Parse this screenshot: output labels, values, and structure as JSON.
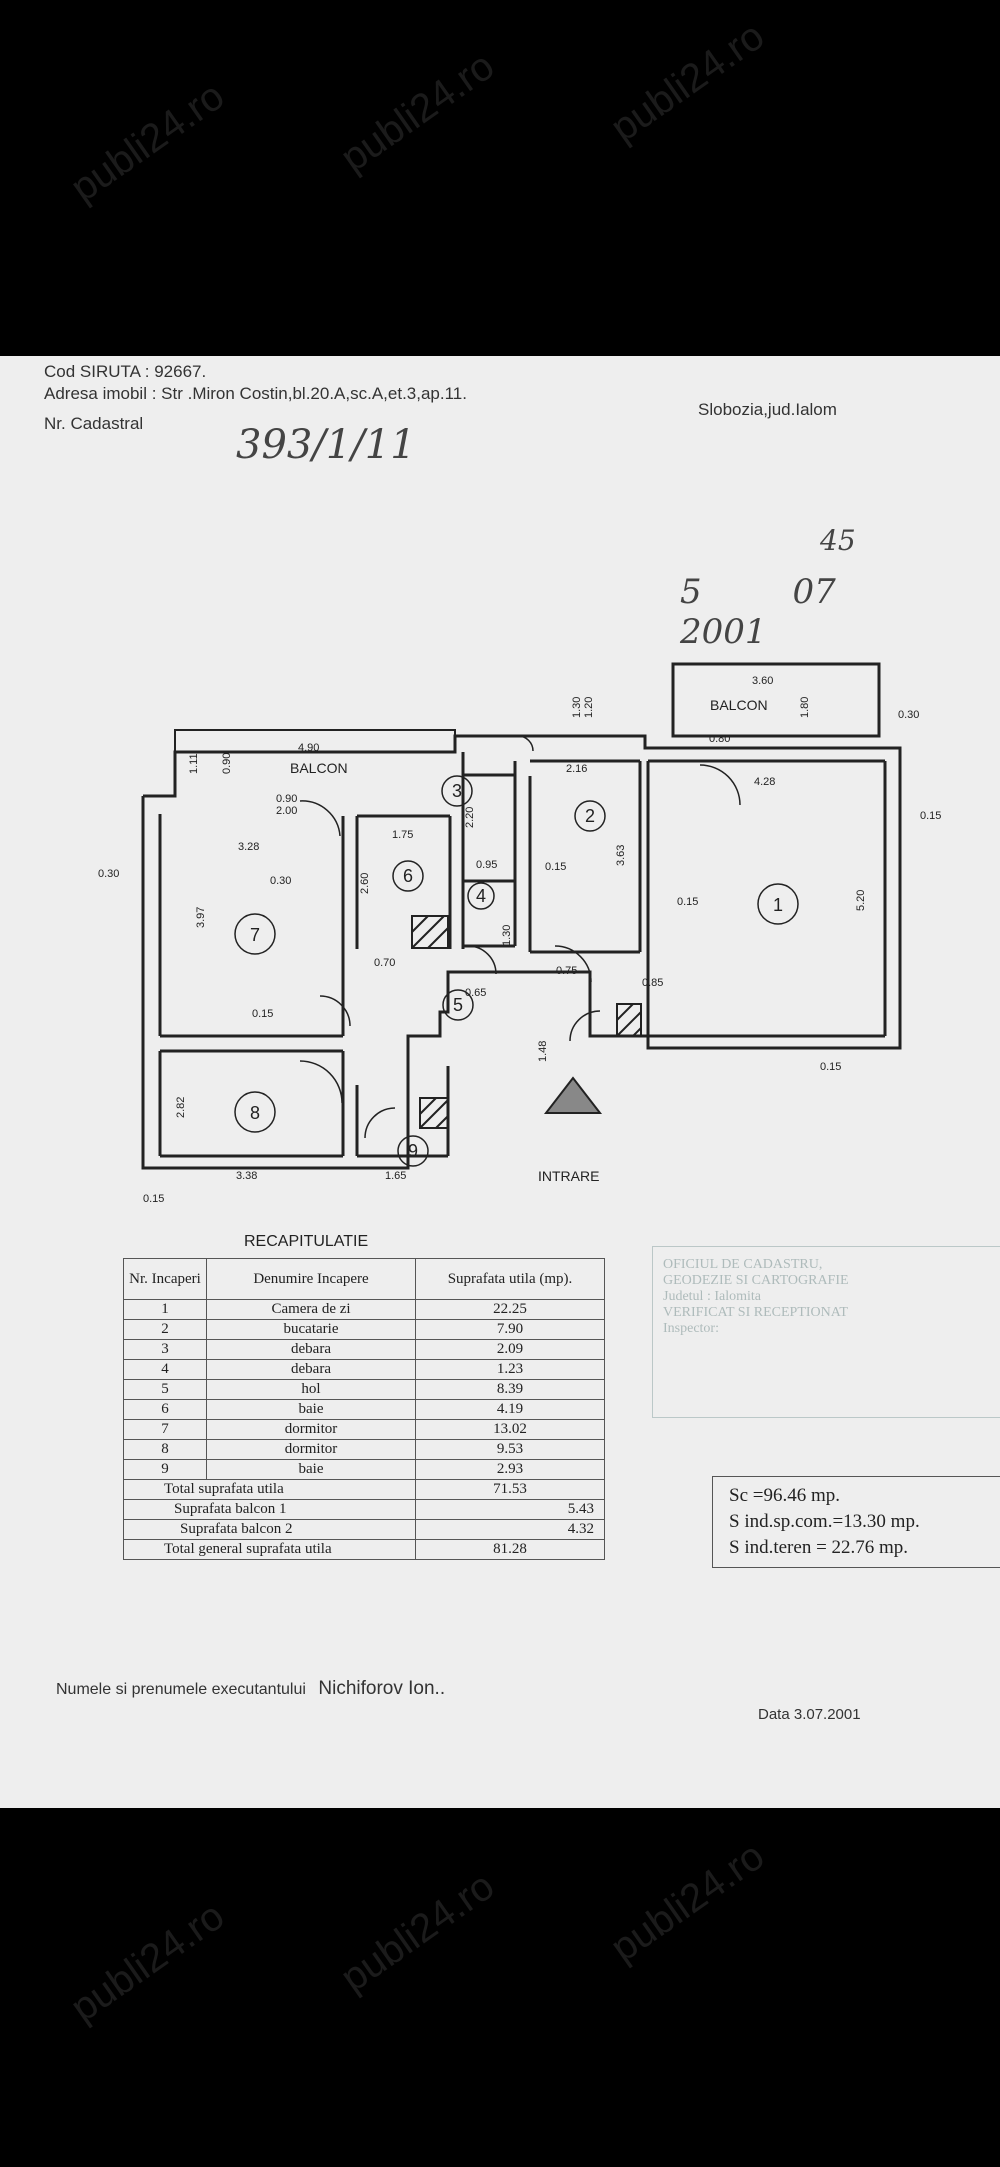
{
  "header": {
    "siruta": "Cod SIRUTA : 92667.",
    "address": "Adresa imobil : Str .Miron Costin,bl.20.A,sc.A,et.3,ap.11.",
    "cadastral_label": "Nr. Cadastral",
    "cadastral_number": "393/1/11",
    "city": "Slobozia,jud.Ialom",
    "date_handwritten": "5 07 2001",
    "number_handwritten": "45"
  },
  "plan": {
    "balcony_label": "BALCON",
    "entrance_label": "INTRARE",
    "recap_label": "RECAPITULATIE",
    "room_numbers": [
      "1",
      "2",
      "3",
      "4",
      "5",
      "6",
      "7",
      "8",
      "9"
    ],
    "dims": {
      "d360": "3.60",
      "d490": "4.90",
      "d216": "2.16",
      "d428": "4.28",
      "d328": "3.28",
      "d175": "1.75",
      "d338": "3.38",
      "d165": "1.65",
      "d397": "3.97",
      "d520": "5.20",
      "d363": "3.63",
      "d260": "2.60",
      "d220": "2.20",
      "d282": "2.82",
      "d148": "1.48",
      "d130": "1.30",
      "d015a": "0.15",
      "d015b": "0.15",
      "d015c": "0.15",
      "d015d": "0.15",
      "d015e": "0.15",
      "d015f": "0.15",
      "d030a": "0.30",
      "d030b": "0.30",
      "d030c": "0.30",
      "d095": "0.95",
      "d065": "0.65",
      "door090": "0.90",
      "door200": "2.00",
      "door080": "0.80",
      "door070": "0.70",
      "door075": "0.75",
      "door085": "0.85",
      "win130": "1.30",
      "win120": "1.20",
      "win111": "1.11",
      "win090": "0.90",
      "win180": "1.80"
    }
  },
  "table": {
    "headers": [
      "Nr. Incaperi",
      "Denumire Incapere",
      "Suprafata utila (mp)."
    ],
    "rows": [
      {
        "nr": "1",
        "name": "Camera de zi",
        "area": "22.25"
      },
      {
        "nr": "2",
        "name": "bucatarie",
        "area": "7.90"
      },
      {
        "nr": "3",
        "name": "debara",
        "area": "2.09"
      },
      {
        "nr": "4",
        "name": "debara",
        "area": "1.23"
      },
      {
        "nr": "5",
        "name": "hol",
        "area": "8.39"
      },
      {
        "nr": "6",
        "name": "baie",
        "area": "4.19"
      },
      {
        "nr": "7",
        "name": "dormitor",
        "area": "13.02"
      },
      {
        "nr": "8",
        "name": "dormitor",
        "area": "9.53"
      },
      {
        "nr": "9",
        "name": "baie",
        "area": "2.93"
      }
    ],
    "totals": [
      {
        "label": "Total suprafata utila",
        "value": "71.53"
      },
      {
        "label": "Suprafata balcon 1",
        "value": "5.43"
      },
      {
        "label": "Suprafata balcon 2",
        "value": "4.32"
      },
      {
        "label": "Total general suprafata utila",
        "value": "81.28"
      }
    ]
  },
  "summary": {
    "sc": "Sc =96.46 mp.",
    "sind_com": "S ind.sp.com.=13.30 mp.",
    "sind_teren": "S ind.teren = 22.76 mp."
  },
  "stamp": {
    "line1": "OFICIUL DE CADASTRU,",
    "line2": "GEODEZIE SI CARTOGRAFIE",
    "line3": "Judetul : Ialomita",
    "line4": "VERIFICAT SI RECEPTIONAT",
    "line5": "Inspector:"
  },
  "footer": {
    "executant_label": "Numele si prenumele executantului",
    "executant_name": "Nichiforov Ion..",
    "date": "Data 3.07.2001"
  },
  "watermark": "publi24.ro"
}
